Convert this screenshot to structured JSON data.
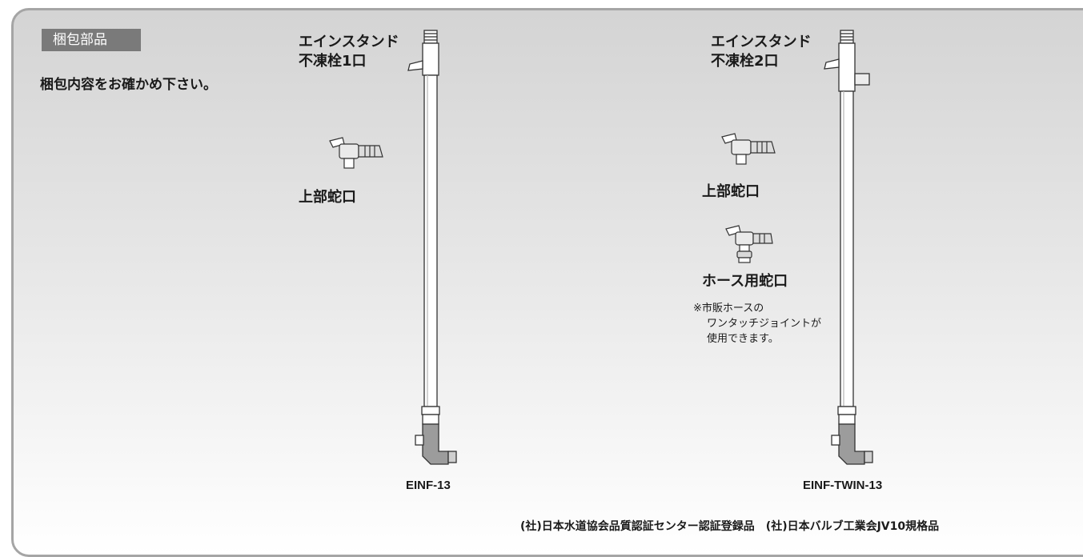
{
  "section_badge": "梱包部品",
  "intro_text": "梱包内容をお確かめ下さい。",
  "product_1": {
    "name_line1": "エインスタンド",
    "name_line2": "不凍栓1口",
    "faucet_label": "上部蛇口",
    "model": "EINF-13"
  },
  "product_2": {
    "name_line1": "エインスタンド",
    "name_line2": "不凍栓2口",
    "faucet_label": "上部蛇口",
    "hose_faucet_label": "ホース用蛇口",
    "note_line1": "※市販ホースの",
    "note_line2": "ワンタッチジョイントが",
    "note_line3": "使用できます。",
    "model": "EINF-TWIN-13"
  },
  "footer_text": "(社)日本水道協会品質認証センター認証登録品　(社)日本バルブ工業会JV10規格品",
  "colors": {
    "badge_bg": "#7a7a7a",
    "panel_border": "#a5a5a5"
  }
}
